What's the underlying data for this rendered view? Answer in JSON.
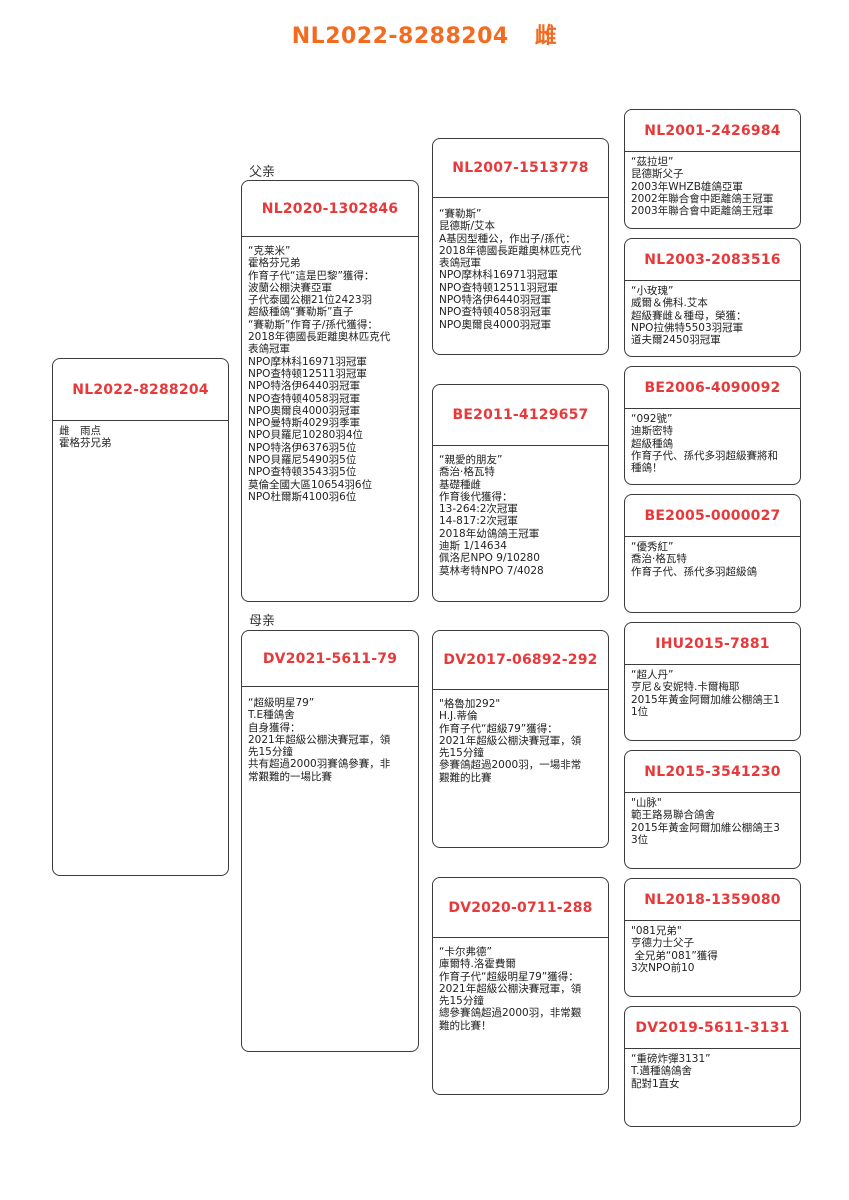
{
  "page_title": {
    "ring": "NL2022-8288204",
    "sex": "雌"
  },
  "labels": {
    "sire": "父亲",
    "dam": "母亲"
  },
  "subject": {
    "ring": "NL2022-8288204",
    "text": "雌　雨点\n霍格芬兄弟"
  },
  "sire": {
    "ring": "NL2020-1302846",
    "text": "“克莱米”\n霍格芬兄弟\n作育子代“這是巴黎”獲得：\n波蘭公棚決賽亞軍\n子代泰國公棚21位2423羽\n超級種鴿“賽勒斯”直子\n“賽勒斯”作育子/孫代獲得：\n2018年德國長距離奧林匹克代\n表鴿冠軍\nNPO摩林科16971羽冠軍\nNPO查特顿12511羽冠軍\nNPO特洛伊6440羽冠軍\nNPO查特顿4058羽冠軍\nNPO奧爾良4000羽冠軍\nNPO曼特斯4029羽季軍\nNPO貝羅尼10280羽4位\nNPO特洛伊6376羽5位\nNPO貝羅尼5490羽5位\nNPO查特顿3543羽5位\n莫倫全國大區10654羽6位\nNPO杜爾斯4100羽6位"
  },
  "dam": {
    "ring": "DV2021-5611-79",
    "text": "“超級明星79”\nT.E種鴿舍\n自身獲得：\n2021年超級公棚決賽冠軍，領\n先15分鐘\n共有超過2000羽賽鴿參賽，非\n常艱難的一場比賽"
  },
  "grandparents": [
    {
      "ring": "NL2007-1513778",
      "text": "“賽勒斯”\n昆德斯/艾本\nA基因型種公，作出子/孫代：\n2018年德國長距離奧林匹克代\n表鴿冠軍\nNPO摩林科16971羽冠軍\nNPO查特顿12511羽冠軍\nNPO特洛伊6440羽冠軍\nNPO查特顿4058羽冠軍\nNPO奧爾良4000羽冠軍"
    },
    {
      "ring": "BE2011-4129657",
      "text": "“親愛的朋友”\n喬治·格瓦特\n基礎種雌\n作育後代獲得：\n13-264:2次冠軍\n14-817:2次冠軍\n2018年幼鴿鴿王冠軍\n迪斯 1/14634\n佩洛尼NPO 9/10280\n莫林考特NPO 7/4028"
    },
    {
      "ring": "DV2017-06892-292",
      "text": "\"格魯加292\"\nH.J.蒂倫\n作育子代“超級79”獲得：\n2021年超級公棚決賽冠軍，領\n先15分鐘\n參賽鴿超過2000羽，一場非常\n艱難的比賽"
    },
    {
      "ring": "DV2020-0711-288",
      "text": "“卡尔弗德”\n庫爾特.洛霍費爾\n作育子代“超級明星79”獲得：\n2021年超級公棚決賽冠軍，領\n先15分鐘\n總參賽鴿超過2000羽，非常艱\n難的比賽！"
    }
  ],
  "great_grandparents": [
    {
      "ring": "NL2001-2426984",
      "text": "“茲拉坦”\n昆德斯父子\n2003年WHZB雄鴿亞軍\n2002年聯合會中距離鴿王冠軍\n2003年聯合會中距離鴿王冠軍"
    },
    {
      "ring": "NL2003-2083516",
      "text": "“小玫瑰”\n威爾＆佛科.艾本\n超級賽雌＆種母，榮獲：\nNPO拉佛特5503羽冠軍\n道夫爾2450羽冠軍"
    },
    {
      "ring": "BE2006-4090092",
      "text": "“092號”\n迪斯密特\n超級種鴿\n作育子代、孫代多羽超級賽將和\n種鴿！"
    },
    {
      "ring": "BE2005-0000027",
      "text": "“優秀紅”\n喬治·格瓦特\n作育子代、孫代多羽超級鴿"
    },
    {
      "ring": "IHU2015-7881",
      "text": "“超人丹”\n亨尼＆安妮特.卡爾梅耶\n2015年黃金阿爾加維公棚鴿王1\n1位"
    },
    {
      "ring": "NL2015-3541230",
      "text": "\"山脉\"\n範王路易聯合鴿舍\n2015年黃金阿爾加維公棚鴿王3\n3位"
    },
    {
      "ring": "NL2018-1359080",
      "text": "\"081兄弟\"\n亨德力士父子\n 全兄弟“081”獲得\n3次NPO前10"
    },
    {
      "ring": "DV2019-5611-3131",
      "text": "“重磅炸彈3131”\nT.邁種鴿鴿舍\n配對1直女"
    }
  ],
  "colors": {
    "title": "#f26b21",
    "ring": "#e8393a",
    "border": "#3c3c3c"
  }
}
